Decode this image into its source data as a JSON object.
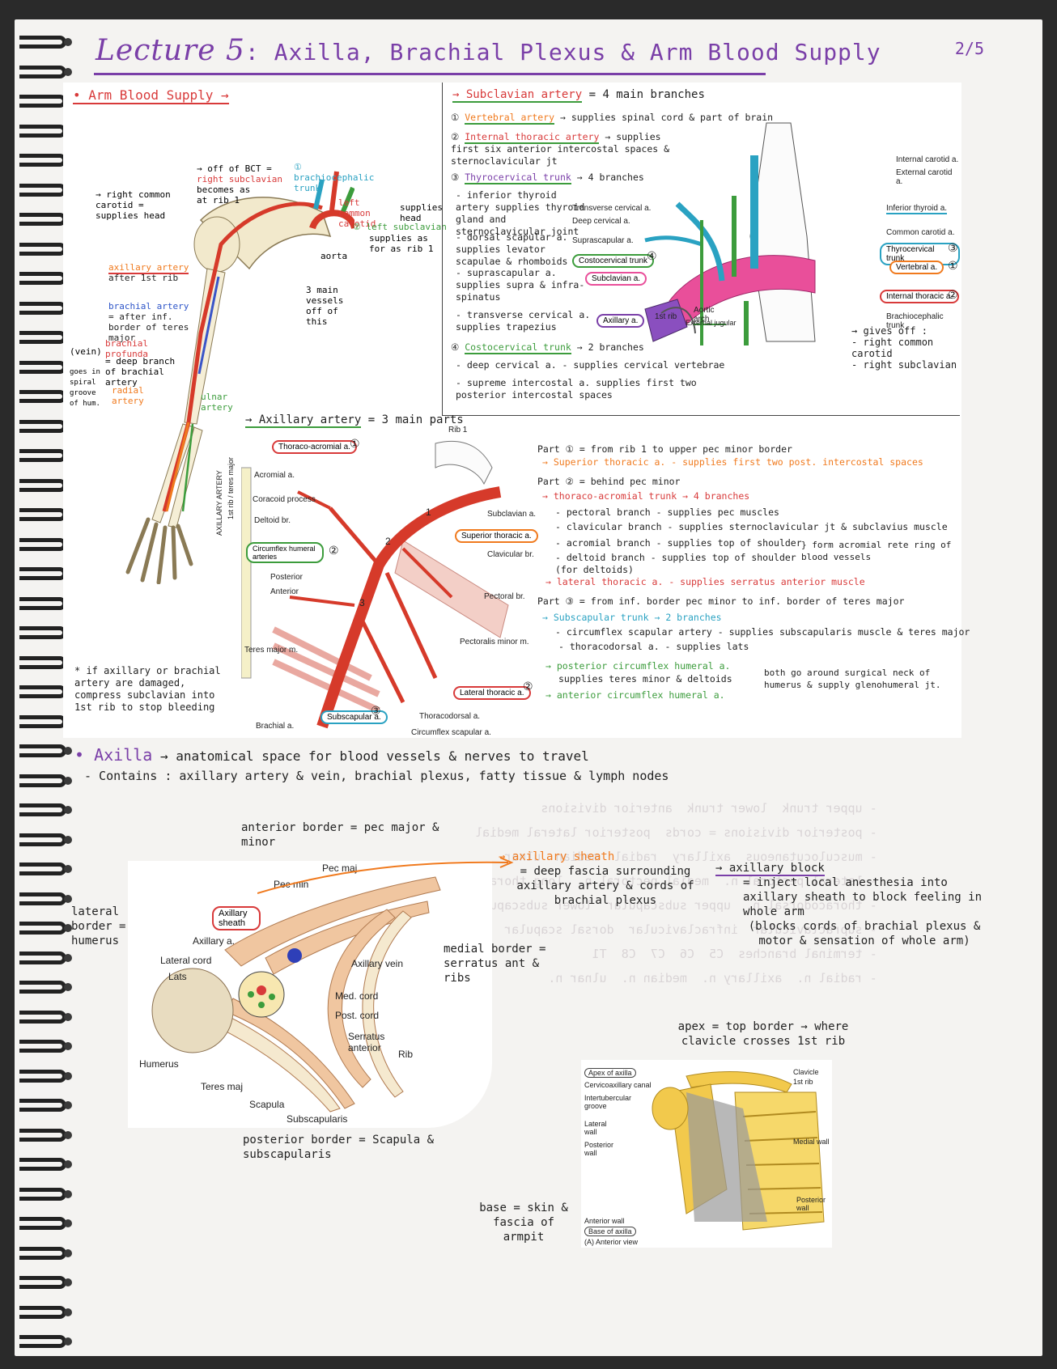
{
  "header": {
    "title_main": "Lecture 5",
    "title_sub": ": Axilla, Brachial Plexus & Arm Blood Supply",
    "page_number": "2/5"
  },
  "arm_blood": {
    "heading": "• Arm Blood Supply →",
    "labels": {
      "off_of_bct": "→ off of BCT =",
      "right_subclavian": "right subclavian",
      "becomes_as": "becomes as",
      "at_rib1": "at rib 1",
      "brachiocephalic": "brachiocephalic trunk",
      "left_common_carotid": "left common carotid",
      "supplies_head_left": "supplies head",
      "right_common_carotid": "→ right common carotid =",
      "supplies_head_right": "supplies head",
      "left_subclavian": "left subclavian",
      "supplies_as_for": "supplies as for as rib 1",
      "aorta": "aorta",
      "three_main": "3 main vessels off of this",
      "axillary_artery": "axillary artery",
      "axillary_after": "after 1st rib",
      "brachial_artery": "brachial artery",
      "brachial_after": "= after inf. border of teres major",
      "brachial_profunda": "brachial profunda",
      "deep_branch": "= deep branch of brachial artery",
      "deep_vein": "(vein)",
      "goes_in": "goes in spiral groove of hum.",
      "radial_artery": "radial artery",
      "ulnar_artery": "ulnar artery"
    },
    "markers": {
      "n1": "①",
      "n2": "②"
    }
  },
  "subclavian": {
    "title": "→ Subclavian artery",
    "title_rest": "= 4 main branches",
    "items": [
      {
        "num": "①",
        "name": "Vertebral artery",
        "text": "→ supplies spinal cord & part of brain"
      },
      {
        "num": "②",
        "name": "Internal thoracic artery",
        "text": "→ supplies first six anterior intercostal spaces & sternoclavicular jt"
      },
      {
        "num": "③",
        "name": "Thyrocervical trunk",
        "text": "→ 4 branches"
      }
    ],
    "thyro_branches": [
      "- inferior thyroid artery supplies thyroid gland and sternoclavicular joint",
      "- dorsal scapular a. supplies levator scapulae & rhomboids",
      "- suprascapular a. supplies supra & infra-spinatus",
      "- transverse cervical a. supplies trapezius"
    ],
    "costo": {
      "num": "④",
      "name": "Costocervical trunk",
      "text": "→ 2 branches"
    },
    "costo_branches": [
      "- deep cervical a. - supplies cervical vertebrae",
      "- supreme intercostal a. supplies first two posterior intercostal spaces"
    ]
  },
  "subclavian_diagram": {
    "labels": {
      "internal_carotid": "Internal carotid a.",
      "external_carotid": "External carotid a.",
      "transverse_cervical": "Transverse cervical a.",
      "deep_cervical": "Deep cervical a.",
      "suprascapular": "Suprascapular a.",
      "costocervical": "Costocervical trunk",
      "subclavian": "Subclavian a.",
      "axillary": "Axillary a.",
      "rib1": "1st rib",
      "aortic_arch": "Aortic arch",
      "external_jugular": "External jugular",
      "inferior_thyroid": "Inferior thyroid a.",
      "common_carotid": "Common carotid a.",
      "thyrocervical": "Thyrocervical trunk",
      "vertebral": "Vertebral a.",
      "internal_thoracic": "Internal thoracic a.",
      "brachiocephalic": "Brachiocephalic trunk"
    },
    "gives_off": "→ gives off :",
    "gives_off_1": "- right common carotid",
    "gives_off_2": "- right subclavian",
    "marks": {
      "m1": "①",
      "m2": "②",
      "m3": "③",
      "m4": "④"
    }
  },
  "axillary_artery": {
    "title": "→ Axillary artery",
    "title_rest": "= 3 main parts",
    "side_label": "AXILLARY ARTERY",
    "side_note": "1st rib / teres major",
    "diagram_labels": {
      "rib1": "Rib 1",
      "thoraco_acromial": "Thoraco-acromial a.",
      "acromial": "Acromial a.",
      "coracoid": "Coracoid process",
      "deltoid": "Deltoid br.",
      "circumflex_humeral": "Circumflex humeral arteries",
      "posterior": "Posterior",
      "anterior": "Anterior",
      "teres_major": "Teres major m.",
      "brachial": "Brachial a.",
      "subscapular": "Subscapular a.",
      "thoracodorsal": "Thoracodorsal a.",
      "circumflex_scapular": "Circumflex scapular a.",
      "lateral_thoracic": "Lateral thoracic a.",
      "pectoralis_minor": "Pectoralis minor m.",
      "pectoral": "Pectoral br.",
      "clavicular": "Clavicular br.",
      "superior_thoracic": "Superior thoracic a.",
      "subclavian": "Subclavian a."
    },
    "marks": {
      "m1": "①",
      "m2": "②",
      "m3": "③",
      "a": "1",
      "b": "2",
      "c": "3"
    },
    "compress_note": "* if axillary or brachial artery are damaged, compress subclavian into 1st rib to stop bleeding",
    "part1": "Part ① = from rib 1 to upper pec minor border",
    "part1_item": "→ Superior thoracic a. - supplies first two post. intercostal spaces",
    "part2": "Part ② = behind pec minor",
    "part2_item": "→ thoraco-acromial trunk → 4 branches",
    "part2_branches": [
      "- pectoral branch - supplies pec muscles",
      "- clavicular branch - supplies sternoclavicular jt & subclavius muscle",
      "- acromial branch - supplies top of shoulder",
      "- deltoid branch - supplies top of shoulder (for deltoids)"
    ],
    "form_note": "} form acromial rete ring of blood vessels",
    "part2_lateral": "→ lateral thoracic a. - supplies serratus anterior muscle",
    "part3": "Part ③ = from inf. border pec minor to inf. border of teres major",
    "part3_items": [
      "→ Subscapular trunk → 2 branches",
      "- circumflex scapular artery - supplies subscapularis muscle & teres major",
      "- thoracodorsal a. - supplies lats",
      "→ posterior circumflex humeral a.",
      "supplies teres minor & deltoids",
      "→ anterior circumflex humeral a."
    ],
    "both_note": "both go around surgical neck of humerus & supply glenohumeral jt."
  },
  "axilla": {
    "title": "• Axilla",
    "title_rest": "→ anatomical space for blood vessels & nerves to travel",
    "contains": "- Contains : axillary artery & vein, brachial plexus, fatty tissue & lymph nodes",
    "anterior_border": "anterior border = pec major & minor",
    "lateral_border": "lateral border = humerus",
    "medial_border": "medial border = serratus ant & ribs",
    "posterior_border": "posterior border = Scapula & subscapularis",
    "sheath_title": "→ axillary sheath",
    "sheath_def": "= deep fascia surrounding axillary artery & cords of brachial plexus",
    "block_title": "→ axillary block",
    "block_def": "= inject local anesthesia into axillary sheath to block feeling in whole arm",
    "block_note": "(blocks cords of brachial plexus & motor & sensation of whole arm)",
    "apex": "apex = top border → where clavicle crosses 1st rib",
    "base": "base = skin & fascia of armpit",
    "cross_labels": {
      "pec_maj": "Pec maj",
      "pec_min": "Pec min",
      "axillary_sheath": "Axillary sheath",
      "axillary_a": "Axillary a.",
      "lateral_cord": "Lateral cord",
      "lats": "Lats",
      "axillary_vein": "Axillary vein",
      "med_cord": "Med. cord",
      "post_cord": "Post. cord",
      "serratus": "Serratus anterior",
      "rib": "Rib",
      "humerus": "Humerus",
      "teres_maj": "Teres maj",
      "scapula": "Scapula",
      "subscapularis": "Subscapularis"
    },
    "pyramid_labels": {
      "apex": "Apex of axilla",
      "cervico": "Cervicoaxillary canal",
      "intertubercular": "Intertubercular groove",
      "lateral_wall": "Lateral wall",
      "posterior_wall": "Posterior wall",
      "anterior_wall": "Anterior wall",
      "base": "Base of axilla",
      "view": "(A) Anterior view",
      "clavicle": "Clavicle",
      "rib1": "1st rib",
      "medial_wall": "Medial wall",
      "posterior_wall2": "Posterior wall"
    }
  }
}
